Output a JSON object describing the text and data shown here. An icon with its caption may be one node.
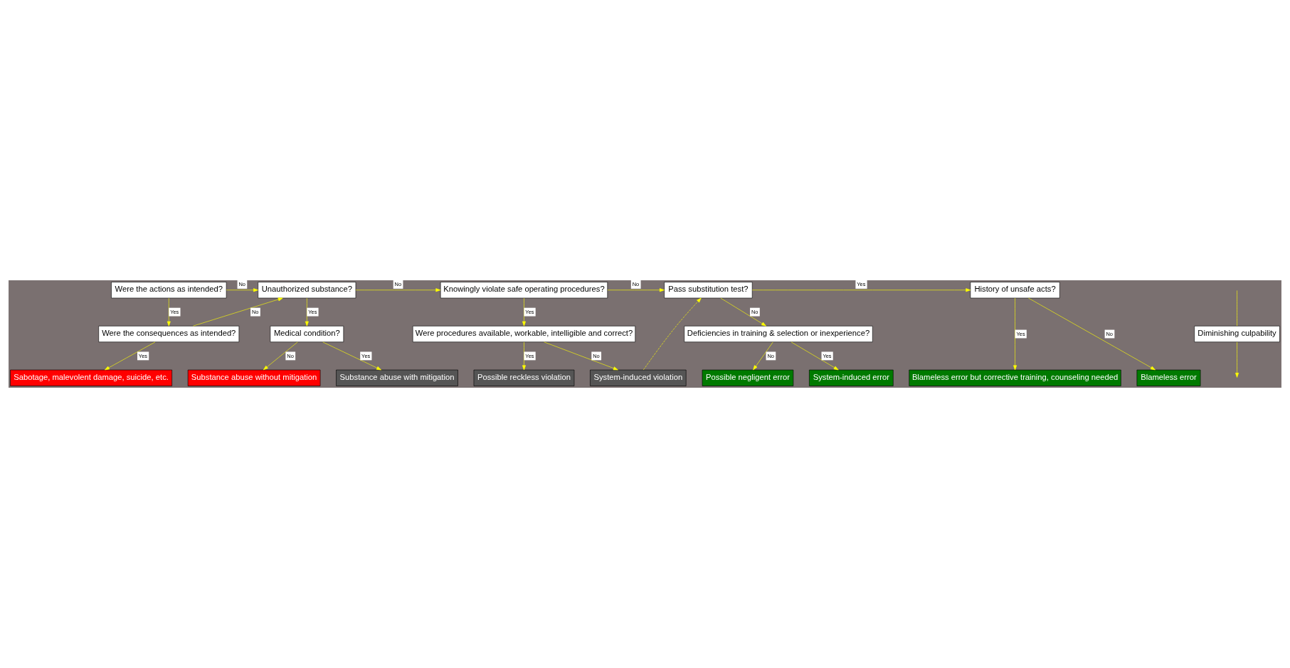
{
  "diagram": {
    "nodes": [
      {
        "text": [
          "Were the actions as intended?"
        ]
      },
      {
        "text": [
          "Unauthorized substance?"
        ]
      },
      {
        "text": [
          "Knowingly violate safe operating procedures?"
        ]
      },
      {
        "text": [
          "Pass substitution test?"
        ]
      },
      {
        "text": [
          "History of unsafe acts?"
        ]
      },
      {
        "text": [
          "Were the consequences as intended?"
        ]
      },
      {
        "text": [
          "Medical condition?"
        ]
      },
      {
        "text": [
          "Were procedures available, workable, intelligible and correct?"
        ]
      },
      {
        "text": [
          "Deficiencies in training & selection or inexperience?"
        ]
      },
      {
        "text": [
          "Sabotage, malevolent damage, suicide, etc."
        ]
      },
      {
        "text": [
          "Substance abuse without mitigation"
        ]
      },
      {
        "text": [
          "Substance abuse with mitigation"
        ]
      },
      {
        "text": [
          "Possible reckless violation"
        ]
      },
      {
        "text": [
          "System-induced violation"
        ]
      },
      {
        "text": [
          "Possible negligent error"
        ]
      },
      {
        "text": [
          "System-induced error"
        ]
      },
      {
        "text": [
          "Blameless error but corrective training, counseling needed"
        ]
      },
      {
        "text": [
          "Blameless error"
        ]
      },
      {
        "text": [
          "Diminishing culpability"
        ]
      }
    ],
    "edges": [
      {
        "from": 0,
        "to": 1,
        "arrow": "to",
        "label": "No"
      },
      {
        "from": 1,
        "to": 2,
        "arrow": "to",
        "label": "No"
      },
      {
        "from": 2,
        "to": 3,
        "arrow": "to",
        "label": "No"
      },
      {
        "from": 3,
        "to": 4,
        "arrow": "to",
        "label": "Yes"
      },
      {
        "from": 0,
        "to": 5,
        "arrow": "to",
        "label": "Yes"
      },
      {
        "from": 5,
        "to": 1,
        "arrow": "to",
        "label": "No"
      },
      {
        "from": 1,
        "to": 6,
        "arrow": "to",
        "label": "Yes"
      },
      {
        "from": 2,
        "to": 7,
        "arrow": "to",
        "label": "Yes"
      },
      {
        "from": 3,
        "to": 8,
        "arrow": "to",
        "label": "No"
      },
      {
        "from": 4,
        "to": 16,
        "arrow": "to",
        "label": "Yes"
      },
      {
        "from": 4,
        "to": 17,
        "arrow": "to",
        "label": "No"
      },
      {
        "from": 5,
        "to": 9,
        "arrow": "to",
        "label": "Yes"
      },
      {
        "from": 6,
        "to": 10,
        "arrow": "to",
        "label": "No"
      },
      {
        "from": 6,
        "to": 11,
        "arrow": "to",
        "label": "Yes"
      },
      {
        "from": 7,
        "to": 12,
        "arrow": "to",
        "label": "Yes"
      },
      {
        "from": 7,
        "to": 13,
        "arrow": "to",
        "label": "No"
      },
      {
        "from": 8,
        "to": 14,
        "arrow": "to",
        "label": "No"
      },
      {
        "from": 8,
        "to": 15,
        "arrow": "to",
        "label": "Yes"
      },
      {
        "from": 13,
        "to": 3,
        "arrow": "to",
        "style": "dashed"
      },
      {
        "from": null,
        "to": 18,
        "arrow": "none"
      },
      {
        "from": 18,
        "to": null,
        "arrow": "to"
      }
    ]
  }
}
